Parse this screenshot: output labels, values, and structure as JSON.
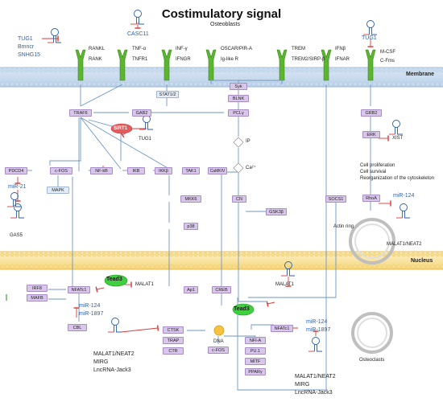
{
  "title": "Costimulatory signal",
  "membrane_label": "Membrane",
  "nucleus_label": "Nucleus",
  "osteoblasts_label": "Osteoblasts",
  "osteoclasts_label": "Osteoclasts",
  "actin_ring_label": "Actin ring",
  "ip_label": "IP",
  "ca_label": "Ca²⁺",
  "dna_label": "DNA",
  "lnc_top_left": [
    "TUG1",
    "Bmncr",
    "SNHG15"
  ],
  "casc11": "CASC11",
  "tug1_right": "TUG1",
  "tug1_mid": "TUG1",
  "xist": "XIST",
  "mir21": "miR-21",
  "gas5": "GAS5",
  "malat1_a": "MALAT1",
  "malat1_b": "MALAT1",
  "mir124_right": "miR-124",
  "malat_neat2_right": "MALAT1/NEAT2",
  "mir_pair_left": [
    "miR-124",
    "miR-1897"
  ],
  "mir_pair_right": [
    "miR-124",
    "miR-1897"
  ],
  "lnc_group_left": [
    "MALAT1/NEAT2",
    "MIRG",
    "LncRNA-Jack3"
  ],
  "lnc_group_right": [
    "MALAT1/NEAT2",
    "MIRG",
    "LncRNA-Jack3"
  ],
  "ligands": [
    "RANKL",
    "TNF-α",
    "INF-γ",
    "OSCAR/PIR-A",
    "TREM",
    "IFNβ"
  ],
  "receptors": [
    "RANK",
    "TNFR1",
    "IFNGR",
    "Ig-like R",
    "TREM2/SIRP-β",
    "IFNAR"
  ],
  "mcsf": "M-CSF",
  "cfms": "C-Fms",
  "effects": [
    "Cell proliferation",
    "Cell survival",
    "Reorganization of the cytoskeleton"
  ],
  "tead3": "Tead3",
  "sirt1": "SIRT1",
  "nodes": {
    "stat12": "STAT1/2",
    "syk": "Syk",
    "blnk": "BLNK",
    "traf6": "TRAF6",
    "gab2": "GAB2",
    "plcg": "PCLγ",
    "grb2": "GRB2",
    "erk": "ERK",
    "pdcd4": "PDCD4",
    "cfos": "c-FOS",
    "nfkb": "NF-kB",
    "ikb": "IKB",
    "ikkb": "IKKβ",
    "tak1": "TAK1",
    "camkiv": "CaMKIV",
    "mapk": "MAPK",
    "mkk6": "MKK6",
    "p38": "p38",
    "cn": "CN",
    "socs1": "SOCS1",
    "gsk3b": "GSK3β",
    "rhoa": "RhoA",
    "ap1": "Ap1",
    "creb": "CREB",
    "irf8": "IRF8",
    "mafb": "MAFB",
    "nfatc1a": "NFATc1",
    "nfatc1b": "NFATc1",
    "cbl": "CBL",
    "ctsk": "CTSK",
    "trap": "TRAP",
    "ctr": "CTR",
    "cfos2": "c-FOS",
    "nfia": "NFI-A",
    "pu1": "PU.1",
    "mitf": "MITF",
    "pparg": "PPARγ"
  }
}
